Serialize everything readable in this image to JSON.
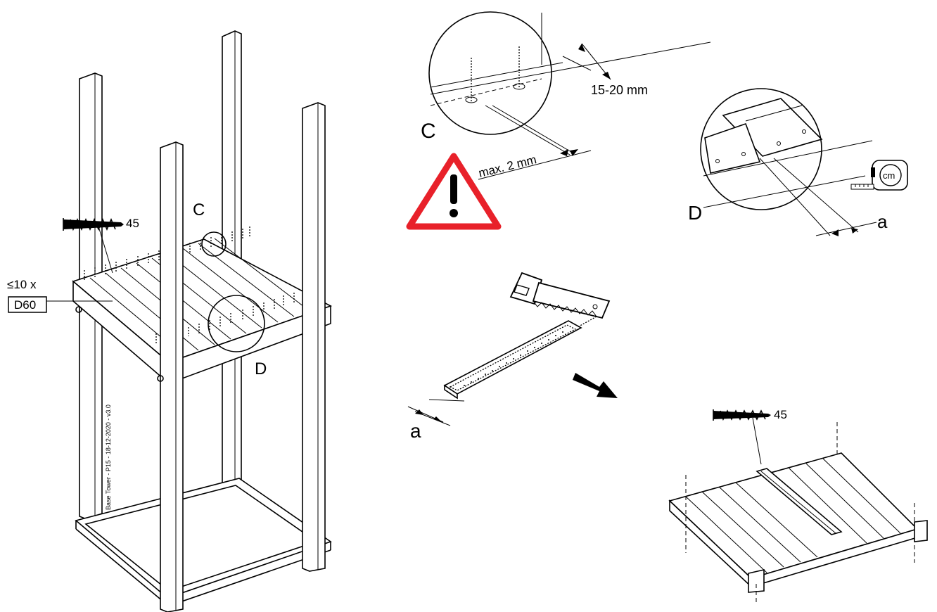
{
  "main_view": {
    "screw_length": "45",
    "quantity": "≤10 x",
    "part_code": "D60",
    "detail_c": "C",
    "detail_d": "D",
    "footer_ref": "Base Tower - P15 - 18-12-2020 - v3.0"
  },
  "detail_c": {
    "label": "C",
    "edge_distance": "15-20 mm",
    "gap": "max. 2 mm"
  },
  "detail_d": {
    "label": "D",
    "offset": "a",
    "tape_unit": "cm"
  },
  "cut_step": {
    "offset": "a"
  },
  "result_view": {
    "screw_length": "45"
  },
  "colors": {
    "warning": "#e8212a",
    "line": "#000000"
  },
  "icons": [
    "screw-icon",
    "warning-icon",
    "saw-icon",
    "tape-measure-icon",
    "arrow-icon"
  ]
}
